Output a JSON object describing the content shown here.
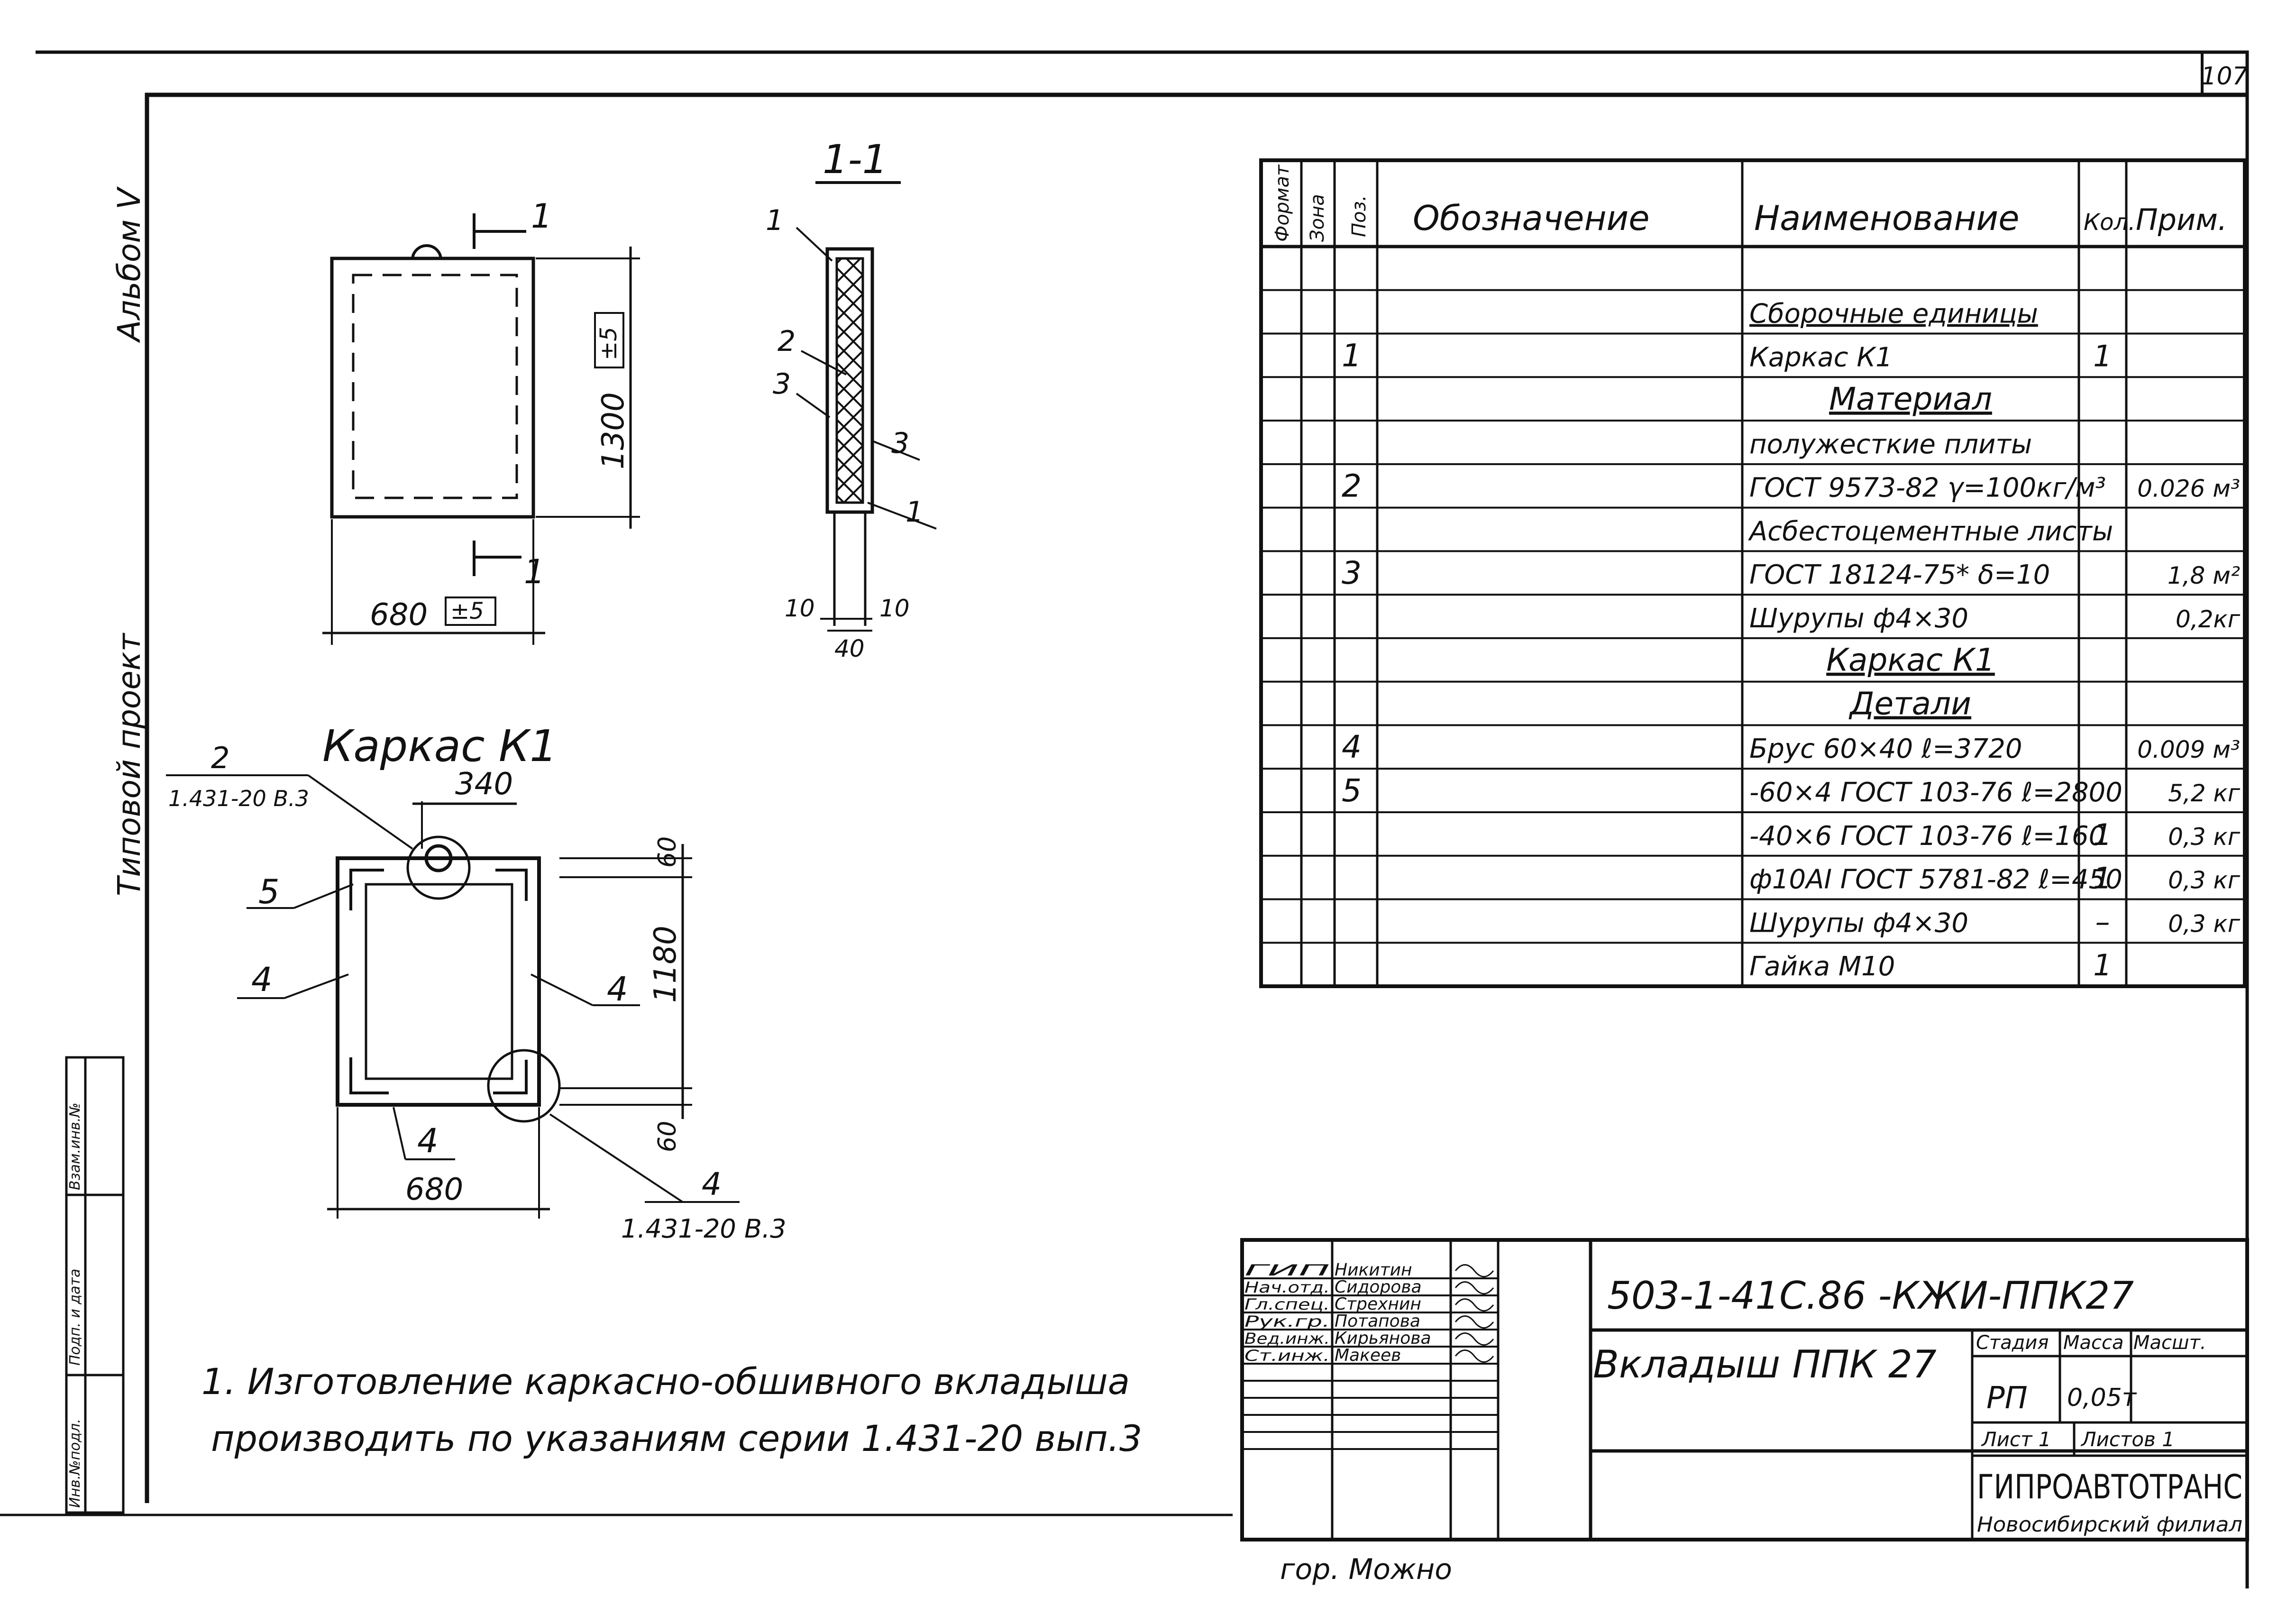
{
  "sheet": {
    "page_number": "107",
    "margin_left_top": "Альбом V",
    "margin_left_mid": "Типовой проект",
    "margin_stamp": [
      "Инв.№подл.",
      "Подп. и дата",
      "Взам.инв.№"
    ]
  },
  "drawing": {
    "section_title": "1-1",
    "frame_title": "Каркас К1",
    "panel": {
      "width": "680",
      "height": "1300",
      "tolerance": "±5",
      "section_mark": "1"
    },
    "section_view": {
      "callouts": [
        "1",
        "2",
        "3",
        "3",
        "1"
      ],
      "dims": [
        "10",
        "10",
        "40"
      ]
    },
    "frame": {
      "dim_top": "340",
      "dim_height": "1180",
      "dim_edge_top": "60",
      "dim_edge_bottom": "60",
      "dim_width": "680",
      "callout_pos2": "2",
      "callout_pos2_ref": "1.431-20 В.3",
      "callout_pos4_ref": "1.431-20 В.3",
      "pos_labels": [
        "5",
        "4",
        "4",
        "4",
        "4"
      ]
    },
    "note": [
      "1. Изготовление каркасно-обшивного вкладыша",
      "производить по указаниям серии 1.431-20 вып.3"
    ]
  },
  "spec_table": {
    "headers": [
      "Формат",
      "Зона",
      "Поз.",
      "Обозначение",
      "Наименование",
      "Кол.",
      "Прим."
    ],
    "rows": [
      {
        "pos": "",
        "name": "",
        "qty": "",
        "note": "",
        "style": "plain"
      },
      {
        "pos": "",
        "name": "Сборочные единицы",
        "qty": "",
        "note": "",
        "style": "underline"
      },
      {
        "pos": "1",
        "name": "Каркас К1",
        "qty": "1",
        "note": "",
        "style": "plain"
      },
      {
        "pos": "",
        "name": "Материал",
        "qty": "",
        "note": "",
        "style": "center-underline"
      },
      {
        "pos": "",
        "name": "полужесткие плиты",
        "qty": "",
        "note": "",
        "style": "plain"
      },
      {
        "pos": "2",
        "name": "ГОСТ 9573-82 γ=100кг/м³",
        "qty": "",
        "note": "0.026 м³",
        "style": "plain"
      },
      {
        "pos": "",
        "name": "Асбестоцементные листы",
        "qty": "",
        "note": "",
        "style": "plain"
      },
      {
        "pos": "3",
        "name": "ГОСТ 18124-75* δ=10",
        "qty": "",
        "note": "1,8 м²",
        "style": "plain"
      },
      {
        "pos": "",
        "name": "Шурупы ф4×30",
        "qty": "",
        "note": "0,2кг",
        "style": "plain"
      },
      {
        "pos": "",
        "name": "Каркас К1",
        "qty": "",
        "note": "",
        "style": "center-underline"
      },
      {
        "pos": "",
        "name": "Детали",
        "qty": "",
        "note": "",
        "style": "center-underline"
      },
      {
        "pos": "4",
        "name": "Брус 60×40 ℓ=3720",
        "qty": "",
        "note": "0.009 м³",
        "style": "plain"
      },
      {
        "pos": "5",
        "name": "-60×4 ГОСТ 103-76 ℓ=2800",
        "qty": "",
        "note": "5,2 кг",
        "style": "plain"
      },
      {
        "pos": "",
        "name": "-40×6 ГОСТ 103-76 ℓ=160",
        "qty": "1",
        "note": "0,3 кг",
        "style": "plain"
      },
      {
        "pos": "",
        "name": "ф10АI ГОСТ 5781-82 ℓ=450",
        "qty": "1",
        "note": "0,3 кг",
        "style": "plain"
      },
      {
        "pos": "",
        "name": "Шурупы ф4×30",
        "qty": "–",
        "note": "0,3 кг",
        "style": "plain"
      },
      {
        "pos": "",
        "name": "Гайка М10",
        "qty": "1",
        "note": "",
        "style": "plain"
      }
    ]
  },
  "title_block": {
    "people": [
      {
        "role": "ГИП",
        "name": "Никитин"
      },
      {
        "role": "Нач.отд.",
        "name": "Сидорова"
      },
      {
        "role": "Гл.спец.",
        "name": "Стрехнин"
      },
      {
        "role": "Рук.гр.",
        "name": "Потапова"
      },
      {
        "role": "Вед.инж.",
        "name": "Кирьянова"
      },
      {
        "role": "Ст.инж.",
        "name": "Макеев"
      }
    ],
    "code": "503-1-41С.86 -КЖИ-ППК27",
    "item_title": "Вкладыш ППК 27",
    "col_headers": [
      "Стадия",
      "Масса",
      "Масшт."
    ],
    "stage": "РП",
    "mass": "0,05т",
    "sheet_label": "Лист 1",
    "sheets_label": "Листов 1",
    "org": "ГИПРОАВТОТРАНС",
    "branch": "Новосибирский филиал",
    "footer_text": "гор. Можно"
  }
}
